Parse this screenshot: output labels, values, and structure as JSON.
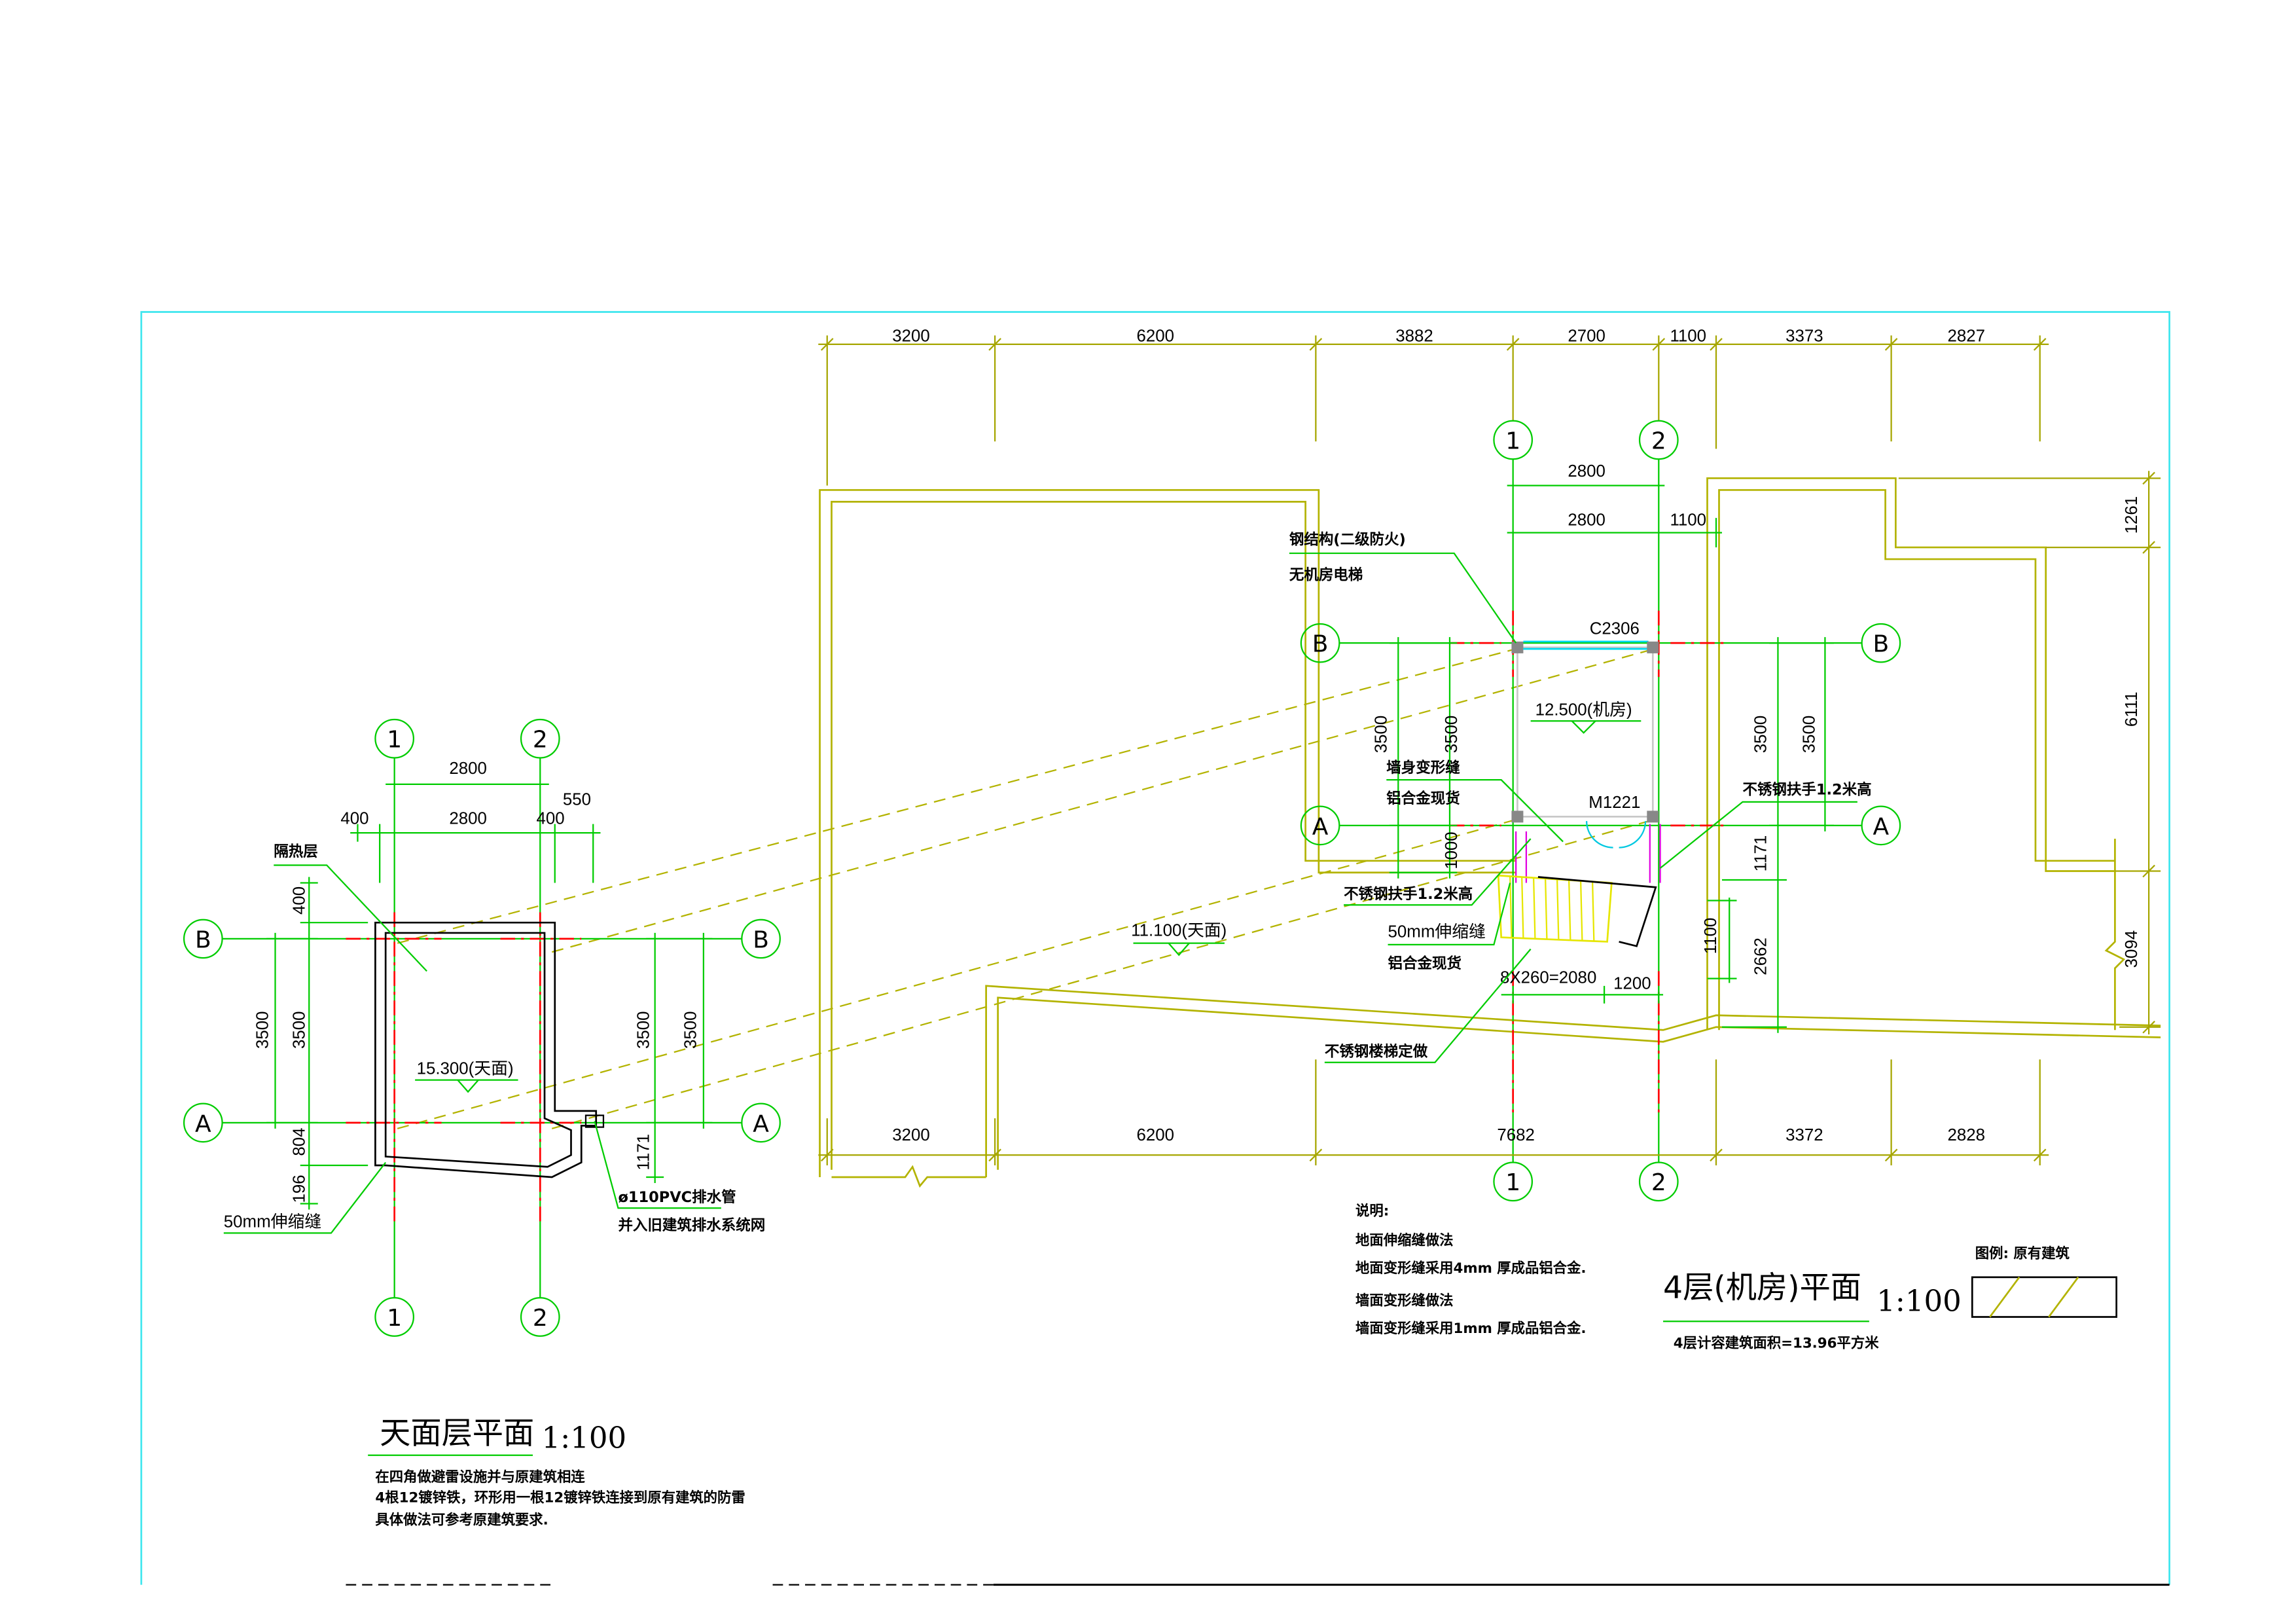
{
  "axes": {
    "one": "1",
    "two": "2",
    "a": "A",
    "b": "B"
  },
  "roof_plan": {
    "title": "天面层平面",
    "scale": "1:100",
    "elevation": "15.300(天面)",
    "dims": {
      "w_top": "2800",
      "w_mid": "2800",
      "w_left": "400",
      "w_right": "400",
      "w_pipe": "550",
      "h_top": "400",
      "h_outer": "3500",
      "h_inner": "3500",
      "h_804": "804",
      "h_196": "196",
      "h_right_inner": "3500",
      "h_right_outer": "3500",
      "h_1171": "1171"
    },
    "labels": {
      "insulation": "隔热层",
      "joint": "50mm伸缩缝",
      "pipe": "ø110PVC排水管",
      "pipe_note": "并入旧建筑排水系统网"
    },
    "notes": [
      "在四角做避雷设施并与原建筑相连",
      "4根12镀锌铁，环形用一根12镀锌铁连接到原有建筑的防雷",
      "具体做法可参考原建筑要求."
    ]
  },
  "floor4_plan": {
    "title": "4层(机房)平面",
    "scale": "1:100",
    "area": "4层计容建筑面积=13.96平方米",
    "top_dims": [
      "3200",
      "6200",
      "3882",
      "2700",
      "1100",
      "3373",
      "2827"
    ],
    "bottom_dims": [
      "3200",
      "6200",
      "7682",
      "3372",
      "2828"
    ],
    "dims": {
      "d2800a": "2800",
      "d2800b": "2800",
      "d1100": "1100",
      "l3500a": "3500",
      "l3500b": "3500",
      "l1000": "1000",
      "r3500a": "3500",
      "r3500b": "3500",
      "r1171": "1171",
      "r2662": "2662",
      "s1100": "1100",
      "stair": "8X260=2080",
      "s1200": "1200",
      "e1261": "1261",
      "e6111": "6111",
      "e3094": "3094"
    },
    "window": "C2306",
    "door": "M1221",
    "elev_machine": "12.500(机房)",
    "elev_roof": "11.100(天面)",
    "labels": {
      "steel": "钢结构(二级防火)",
      "elevator": "无机房电梯",
      "wall_joint": "墙身变形缝",
      "alu1": "铝合金现货",
      "rail_right": "不锈钢扶手1.2米高",
      "rail_left": "不锈钢扶手1.2米高",
      "joint": "50mm伸缩缝",
      "alu2": "铝合金现货",
      "stair": "不锈钢楼梯定做"
    }
  },
  "notes": {
    "heading": "说明:",
    "items": [
      "地面伸缩缝做法",
      "地面变形缝采用4mm 厚成品铝合金.",
      "墙面变形缝做法",
      "墙面变形缝采用1mm 厚成品铝合金."
    ]
  },
  "legend": {
    "label": "图例: 原有建筑"
  },
  "colors": {
    "frame": "#3ee6ee",
    "building": "#b3b300",
    "grid": "#00cc00",
    "axis": "#ff0000"
  }
}
